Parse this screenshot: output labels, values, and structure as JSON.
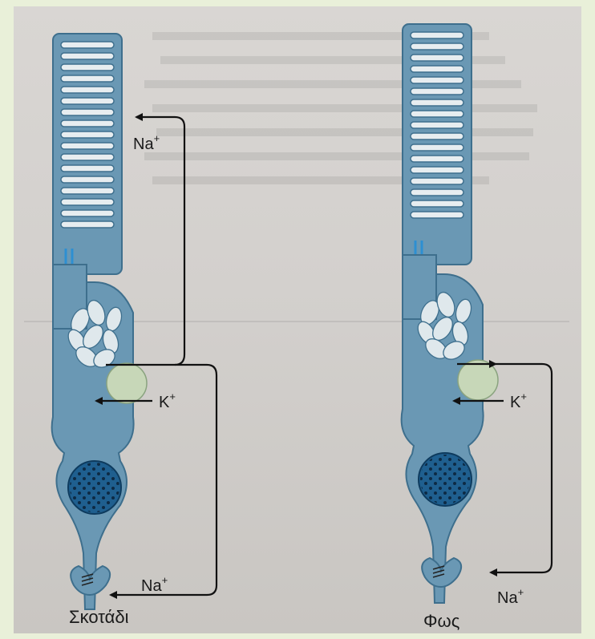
{
  "figure": {
    "panels": [
      {
        "id": "dark",
        "caption": "Σκοτάδι",
        "labels": {
          "na_top": "Na",
          "na_bottom": "Na",
          "k": "K",
          "plus": "+"
        }
      },
      {
        "id": "light",
        "caption": "Φως",
        "labels": {
          "na_bottom": "Na",
          "k": "K",
          "plus": "+"
        }
      }
    ],
    "colors": {
      "cell": "#6a98b4",
      "cell_outline": "#3e6f8d",
      "discs": "#e7edf0",
      "nucleus": "#1f5f8f",
      "pump": "#c7d7b8",
      "page": "#d6d3d0",
      "border": "#e9f0d9"
    }
  }
}
